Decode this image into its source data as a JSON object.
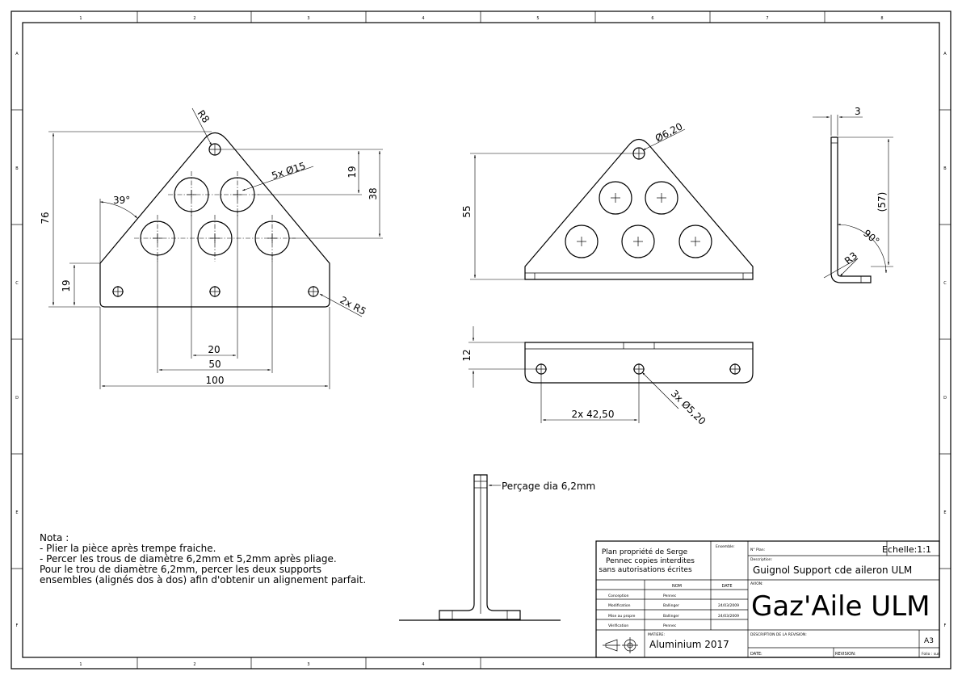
{
  "border": {
    "cols_top": [
      "1",
      "2",
      "3",
      "4",
      "5",
      "6",
      "7",
      "8"
    ],
    "cols_bottom": [
      "1",
      "2",
      "3",
      "4"
    ],
    "rows": [
      "A",
      "B",
      "C",
      "D",
      "E",
      "F"
    ]
  },
  "front_view": {
    "r8": "R8",
    "holes15": "5x Ø15",
    "angle": "39°",
    "h76": "76",
    "h19_left": "19",
    "h19_right": "19",
    "h38": "38",
    "r5": "2x R5",
    "w20": "20",
    "w50": "50",
    "w100": "100"
  },
  "back_view": {
    "hole62": "Ø6,20",
    "h55": "55"
  },
  "side_view": {
    "t3": "3",
    "h57": "(57)",
    "a90": "90°",
    "r3": "R3"
  },
  "top_view": {
    "h12": "12",
    "pitch": "2x 42,50",
    "holes52": "3x Ø5,20"
  },
  "section_view": {
    "note": "Perçage dia 6,2mm"
  },
  "notes": [
    "Nota :",
    "- Plier la pièce après trempe fraiche.",
    "- Percer les trous de diamètre 6,2mm et 5,2mm après pliage.",
    "Pour le trou de diamètre 6,2mm, percer les deux supports",
    "ensembles (alignés dos à dos) afin d'obtenir un alignement parfait."
  ],
  "title_block": {
    "owner": [
      "Plan propriété de Serge",
      "Pennec copies interdites",
      "sans autorisations écrites"
    ],
    "ensemble_label": "Ensemble:",
    "plan_label": "N° Plan:",
    "scale": "Echelle:1:1",
    "description_label": "Description:",
    "description": "Guignol Support cde aileron ULM",
    "nom_header": "NOM",
    "date_header": "DATE",
    "avion_label": "AVION:",
    "avion": "Gaz'Aile ULM",
    "rows": [
      {
        "role": "Conception",
        "name": "Pennec",
        "date": ""
      },
      {
        "role": "Modification",
        "name": "Ballinger",
        "date": "24/03/2009"
      },
      {
        "role": "Mise au propre",
        "name": "Ballinger",
        "date": "24/03/2009"
      },
      {
        "role": "Vérification",
        "name": "Pennec",
        "date": ""
      }
    ],
    "materiel_label": "MATIERE:",
    "materiel": "Aluminium 2017",
    "revision_desc_label": "DESCRIPTION DE LA REVISION:",
    "format": "A3",
    "date_label": "DATE:",
    "revision_label": "REVISION:",
    "folio": "Folio : sur:"
  }
}
